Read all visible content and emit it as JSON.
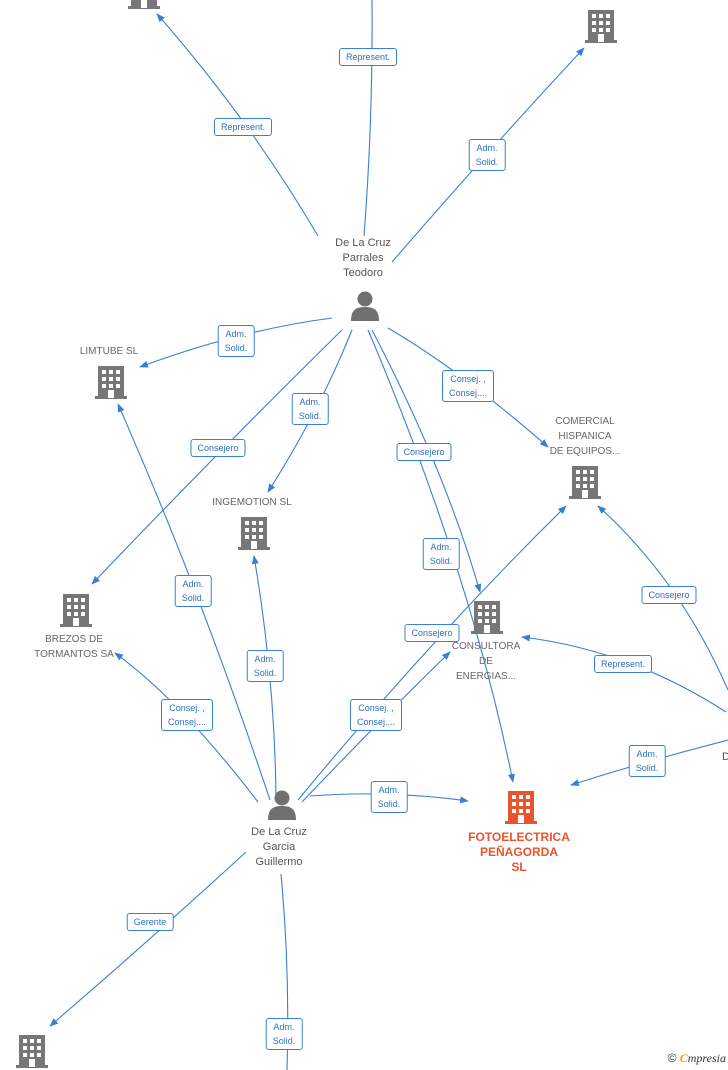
{
  "colors": {
    "edge": "#3a7fd5",
    "company_icon": "#777777",
    "focus_icon": "#e8542b",
    "person_icon": "#707070"
  },
  "nodes": [
    {
      "id": "p1",
      "kind": "person",
      "label": [
        "De La Cruz",
        "Parrales",
        "Teodoro"
      ]
    },
    {
      "id": "p2",
      "kind": "person",
      "label": [
        "De La Cruz",
        "Garcia",
        "Guillermo"
      ]
    },
    {
      "id": "c_tl",
      "kind": "company",
      "label": []
    },
    {
      "id": "c_tr",
      "kind": "company",
      "label": []
    },
    {
      "id": "limtube",
      "kind": "company",
      "label": [
        "LIMTUBE SL"
      ]
    },
    {
      "id": "comercial",
      "kind": "company",
      "label": [
        "COMERCIAL",
        "HISPANICA",
        "DE EQUIPOS..."
      ]
    },
    {
      "id": "ingemotion",
      "kind": "company",
      "label": [
        "INGEMOTION SL"
      ]
    },
    {
      "id": "brezos",
      "kind": "company",
      "label": [
        "BREZOS DE",
        "TORMANTOS SA"
      ]
    },
    {
      "id": "consultora",
      "kind": "company",
      "label": [
        "CONSULTORA",
        "DE",
        "ENERGIAS..."
      ]
    },
    {
      "id": "fotoelectrica",
      "kind": "focus",
      "label": [
        "FOTOELECTRICA",
        "PEÑAGORDA",
        "SL"
      ]
    },
    {
      "id": "c_bl",
      "kind": "company",
      "label": []
    },
    {
      "id": "d_right",
      "kind": "text",
      "label": [
        "D"
      ]
    }
  ],
  "edges": [
    {
      "id": "e1",
      "label": [
        "Represent."
      ]
    },
    {
      "id": "e2",
      "label": [
        "Represent."
      ]
    },
    {
      "id": "e3",
      "label": [
        "Adm.",
        "Solid."
      ]
    },
    {
      "id": "e4",
      "label": [
        "Adm.",
        "Solid."
      ]
    },
    {
      "id": "e5",
      "label": [
        "Consej. ,",
        "Consej...."
      ]
    },
    {
      "id": "e6",
      "label": [
        "Adm.",
        "Solid."
      ]
    },
    {
      "id": "e7",
      "label": [
        "Consejero"
      ]
    },
    {
      "id": "e8",
      "label": [
        "Consejero"
      ]
    },
    {
      "id": "e9",
      "label": [
        "Adm.",
        "Solid."
      ]
    },
    {
      "id": "e10",
      "label": [
        "Adm.",
        "Solid."
      ]
    },
    {
      "id": "e11",
      "label": [
        "Adm.",
        "Solid."
      ]
    },
    {
      "id": "e12",
      "label": [
        "Consej. ,",
        "Consej...."
      ]
    },
    {
      "id": "e13",
      "label": [
        "Consejero"
      ]
    },
    {
      "id": "e14",
      "label": [
        "Consej. ,",
        "Consej...."
      ]
    },
    {
      "id": "e15",
      "label": [
        "Adm.",
        "Solid."
      ]
    },
    {
      "id": "e16",
      "label": [
        "Gerente"
      ]
    },
    {
      "id": "e17",
      "label": [
        "Adm.",
        "Solid."
      ]
    },
    {
      "id": "e18",
      "label": [
        "Consejero"
      ]
    },
    {
      "id": "e19",
      "label": [
        "Represent."
      ]
    },
    {
      "id": "e20",
      "label": [
        "Adm.",
        "Solid."
      ]
    }
  ],
  "footer": {
    "copyright": "©",
    "brand_first": "C",
    "brand_rest": "mpresia"
  }
}
